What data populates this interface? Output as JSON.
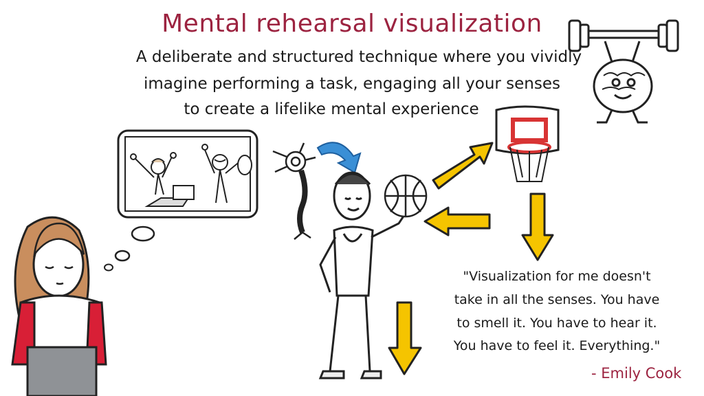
{
  "title": "Mental rehearsal visualization",
  "subtitle": {
    "line1": "A deliberate and structured technique where you vividly",
    "line2": "imagine performing a task, engaging all your senses",
    "line3": "to create a lifelike mental experience"
  },
  "quote": {
    "line1": "\"Visualization for me doesn't",
    "line2": "take in all the senses. You have",
    "line3": "to smell it. You have to hear it.",
    "line4": "You have to feel it. Everything.\"",
    "author": "- Emily Cook"
  },
  "colors": {
    "title": "#9c2340",
    "arrow_yellow": "#f5c400",
    "arrow_blue": "#3a8fd6",
    "jacket_red": "#d81f36",
    "hair_brown": "#c98e5e",
    "skirt_gray": "#8f9296",
    "hoop_red": "#d83434"
  }
}
